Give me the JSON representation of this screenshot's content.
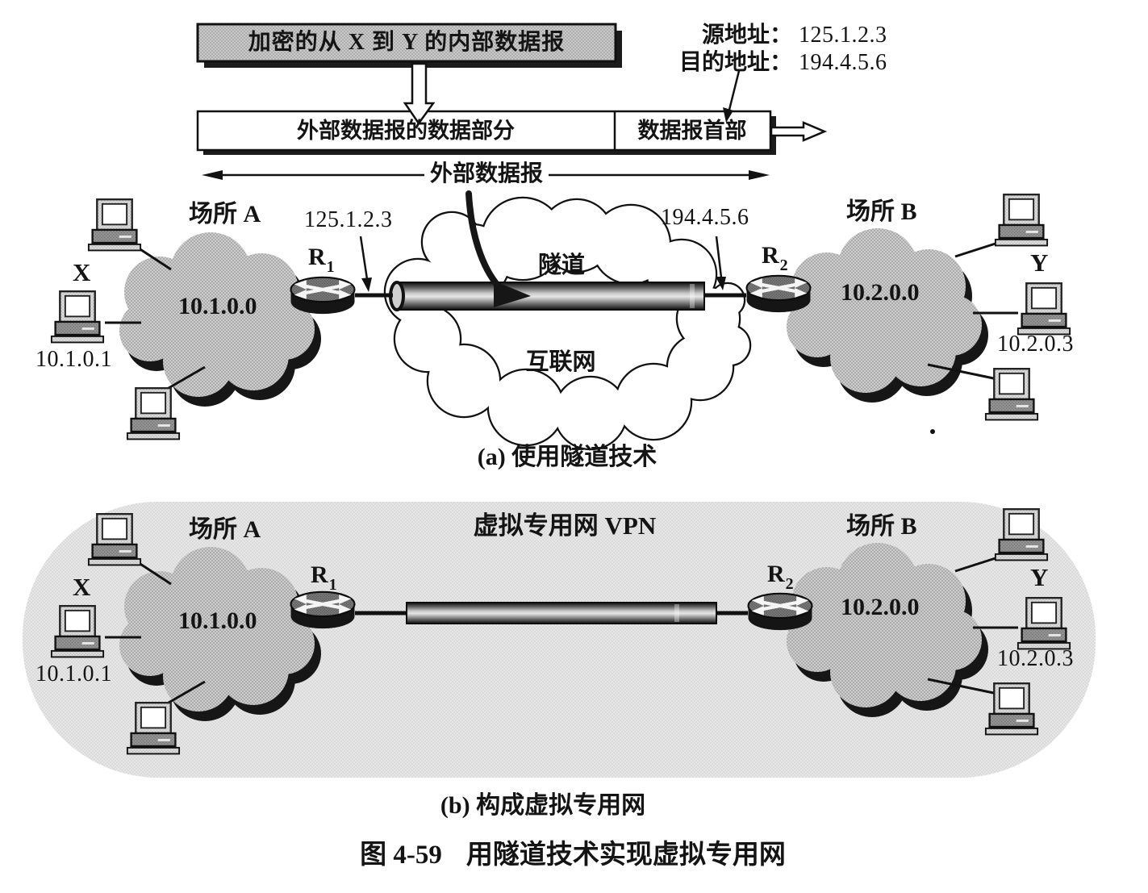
{
  "figure": {
    "number": "图 4-59",
    "title": "用隧道技术实现虚拟专用网"
  },
  "panel_a": {
    "caption": "(a) 使用隧道技术",
    "encrypted_box_label": "加密的从 X 到 Y 的内部数据报",
    "addresses": {
      "source_label": "源地址：",
      "source_value": "125.1.2.3",
      "dest_label": "目的地址：",
      "dest_value": "194.4.5.6"
    },
    "packet": {
      "data_part": "外部数据报的数据部分",
      "header": "数据报首部",
      "span_label": "外部数据报"
    },
    "tunnel_label": "隧道",
    "internet_label": "互联网",
    "link_ip_left": "125.1.2.3",
    "link_ip_right": "194.4.5.6",
    "router1": {
      "base": "R",
      "sub": "1"
    },
    "router2": {
      "base": "R",
      "sub": "2"
    },
    "site_a": {
      "name": "场所 A",
      "network": "10.1.0.0",
      "host_label": "X",
      "host_ip": "10.1.0.1"
    },
    "site_b": {
      "name": "场所 B",
      "network": "10.2.0.0",
      "host_label": "Y",
      "host_ip": "10.2.0.3"
    }
  },
  "panel_b": {
    "caption": "(b) 构成虚拟专用网",
    "vpn_label": "虚拟专用网 VPN",
    "router1": {
      "base": "R",
      "sub": "1"
    },
    "router2": {
      "base": "R",
      "sub": "2"
    },
    "site_a": {
      "name": "场所 A",
      "network": "10.1.0.0",
      "host_label": "X",
      "host_ip": "10.1.0.1"
    },
    "site_b": {
      "name": "场所 B",
      "network": "10.2.0.0",
      "host_label": "Y",
      "host_ip": "10.2.0.3"
    }
  },
  "colors": {
    "ink": "#141414",
    "halftone_cloud": "#cdcdcd",
    "halftone_dot": "#9d9d9d",
    "vpn_background": "#e7e7e7",
    "paper": "#ffffff"
  }
}
